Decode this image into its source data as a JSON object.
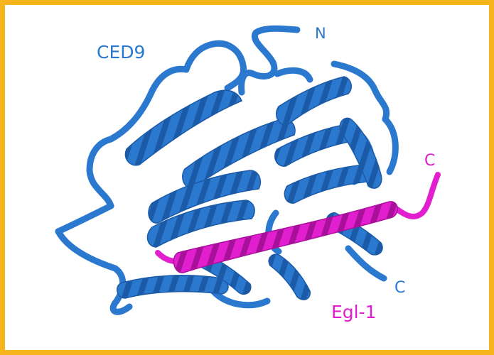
{
  "labels": {
    "ced9": "CED9",
    "n_terminus": "N",
    "c_terminus_egl1": "C",
    "c_terminus_ced9": "C",
    "egl1": "Egl-1"
  },
  "colors": {
    "frame": "#f6b51c",
    "ced9": "#2b78cf",
    "ced9_shade": "#1b5aa6",
    "egl1": "#e21fcf",
    "egl1_shade": "#a8109a",
    "background": "#ffffff"
  }
}
